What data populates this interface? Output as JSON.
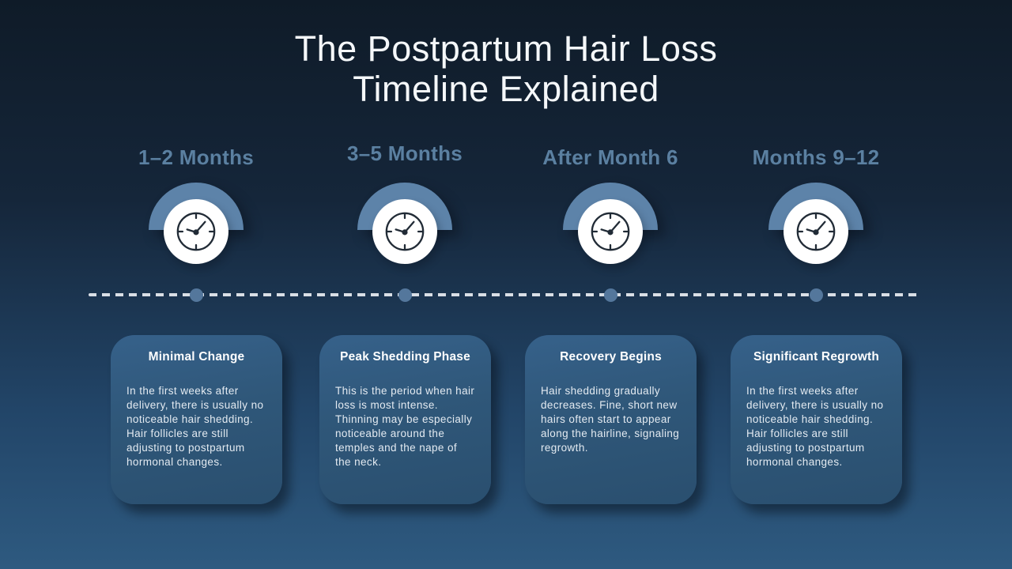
{
  "title": {
    "line1": "The Postpartum Hair Loss",
    "line2": "Timeline Explained"
  },
  "stages": [
    {
      "label": "1–2 Months",
      "icon": "clock-icon",
      "heading": "Minimal Change",
      "body": "In the first weeks after delivery, there is usually no noticeable hair shedding. Hair follicles are still adjusting to postpartum hormonal changes."
    },
    {
      "label": "3–5 Months",
      "icon": "clock-icon",
      "heading": "Peak Shedding Phase",
      "body": "This is the period when hair loss is most intense. Thinning may be especially noticeable around the temples and the nape of the neck."
    },
    {
      "label": "After Month 6",
      "icon": "clock-icon",
      "heading": "Recovery Begins",
      "body": "Hair shedding gradually decreases. Fine, short new hairs often start to appear along the hairline, signaling regrowth."
    },
    {
      "label": "Months 9–12",
      "icon": "clock-icon",
      "heading": "Significant Regrowth",
      "body": "In the first weeks after delivery, there is usually no noticeable hair shedding. Hair follicles are still adjusting to postpartum hormonal changes."
    }
  ],
  "colors": {
    "bg-top": "#0f1b28",
    "bg-bottom": "#2e5a80",
    "accent": "#5d83a9",
    "dot": "#54779c",
    "card-top": "#36618a",
    "card-bottom": "#2a4f6f",
    "title-color": "#f5f8fa",
    "label-color": "#5b80a1",
    "body-color": "#e3eaf1",
    "dash-color": "#d9dfe6"
  }
}
